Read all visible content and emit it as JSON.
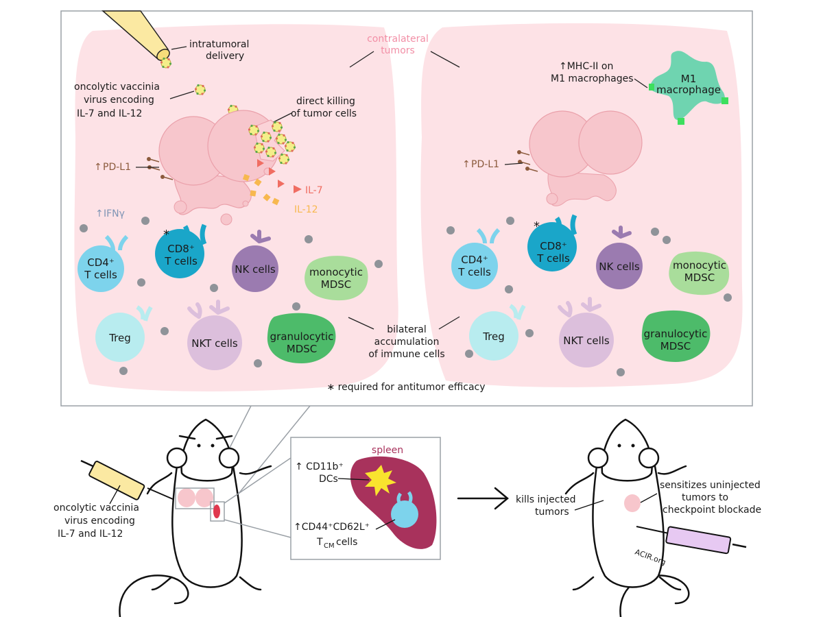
{
  "colors": {
    "tumor_bg": "#fde2e6",
    "tumor_cell": "#f7c6cc",
    "cd4": "#7dd3ec",
    "cd8": "#1aa6c9",
    "nk": "#9b7bb0",
    "monocytic_mdsc": "#a9dd9b",
    "granulocytic_mdsc": "#4dbb6a",
    "treg": "#b8ecef",
    "nkt": "#dcbfdc",
    "m1": "#6fd4b0",
    "spleen": "#a8325c",
    "il7": "#f06d62",
    "il12": "#f7b84f",
    "ifn": "#7f95b5",
    "pdl1": "#8b5a3c",
    "contralateral": "#f28fa6",
    "debris_dot": "#8f9399"
  },
  "panel": {
    "intratumoral_delivery": [
      "intratumoral",
      "delivery"
    ],
    "virus_left": [
      "oncolytic vaccinia",
      "virus encoding",
      "IL-7 and IL-12"
    ],
    "direct_killing": [
      "direct killing",
      "of tumor cells"
    ],
    "contralateral": [
      "contralateral",
      "tumors"
    ],
    "pd_l1": "PD-L1",
    "il7": "IL-7",
    "il12": "IL-12",
    "ifn": "IFNγ",
    "mhc": [
      "↑MHC-II on",
      "M1 macrophages"
    ],
    "m1": [
      "M1",
      "macrophage"
    ],
    "bilateral": [
      "bilateral",
      "accumulation",
      "of immune cells"
    ],
    "footnote": "∗ required for antitumor efficacy",
    "up": "↑",
    "asterisk": "*",
    "cells": {
      "cd4": [
        "CD4⁺",
        "T cells"
      ],
      "cd8": [
        "CD8⁺",
        "T cells"
      ],
      "nk": "NK cells",
      "monocytic": [
        "monocytic",
        "MDSC"
      ],
      "treg": "Treg",
      "nkt": "NKT cells",
      "granulocytic": [
        "granulocytic",
        "MDSC"
      ]
    }
  },
  "bottom": {
    "virus_text": [
      "oncolytic vaccinia",
      "virus encoding",
      "IL-7 and IL-12"
    ],
    "spleen": "spleen",
    "cd11b": [
      "↑ CD11b⁺",
      "DCs"
    ],
    "cd44": [
      "↑CD44⁺CD62L⁺",
      "T",
      "CM",
      "cells"
    ],
    "kills": [
      "kills injected",
      "tumors"
    ],
    "sensitizes": [
      "sensitizes uninjected",
      "tumors to",
      "checkpoint blockade"
    ],
    "watermark": "ACIR.org"
  }
}
